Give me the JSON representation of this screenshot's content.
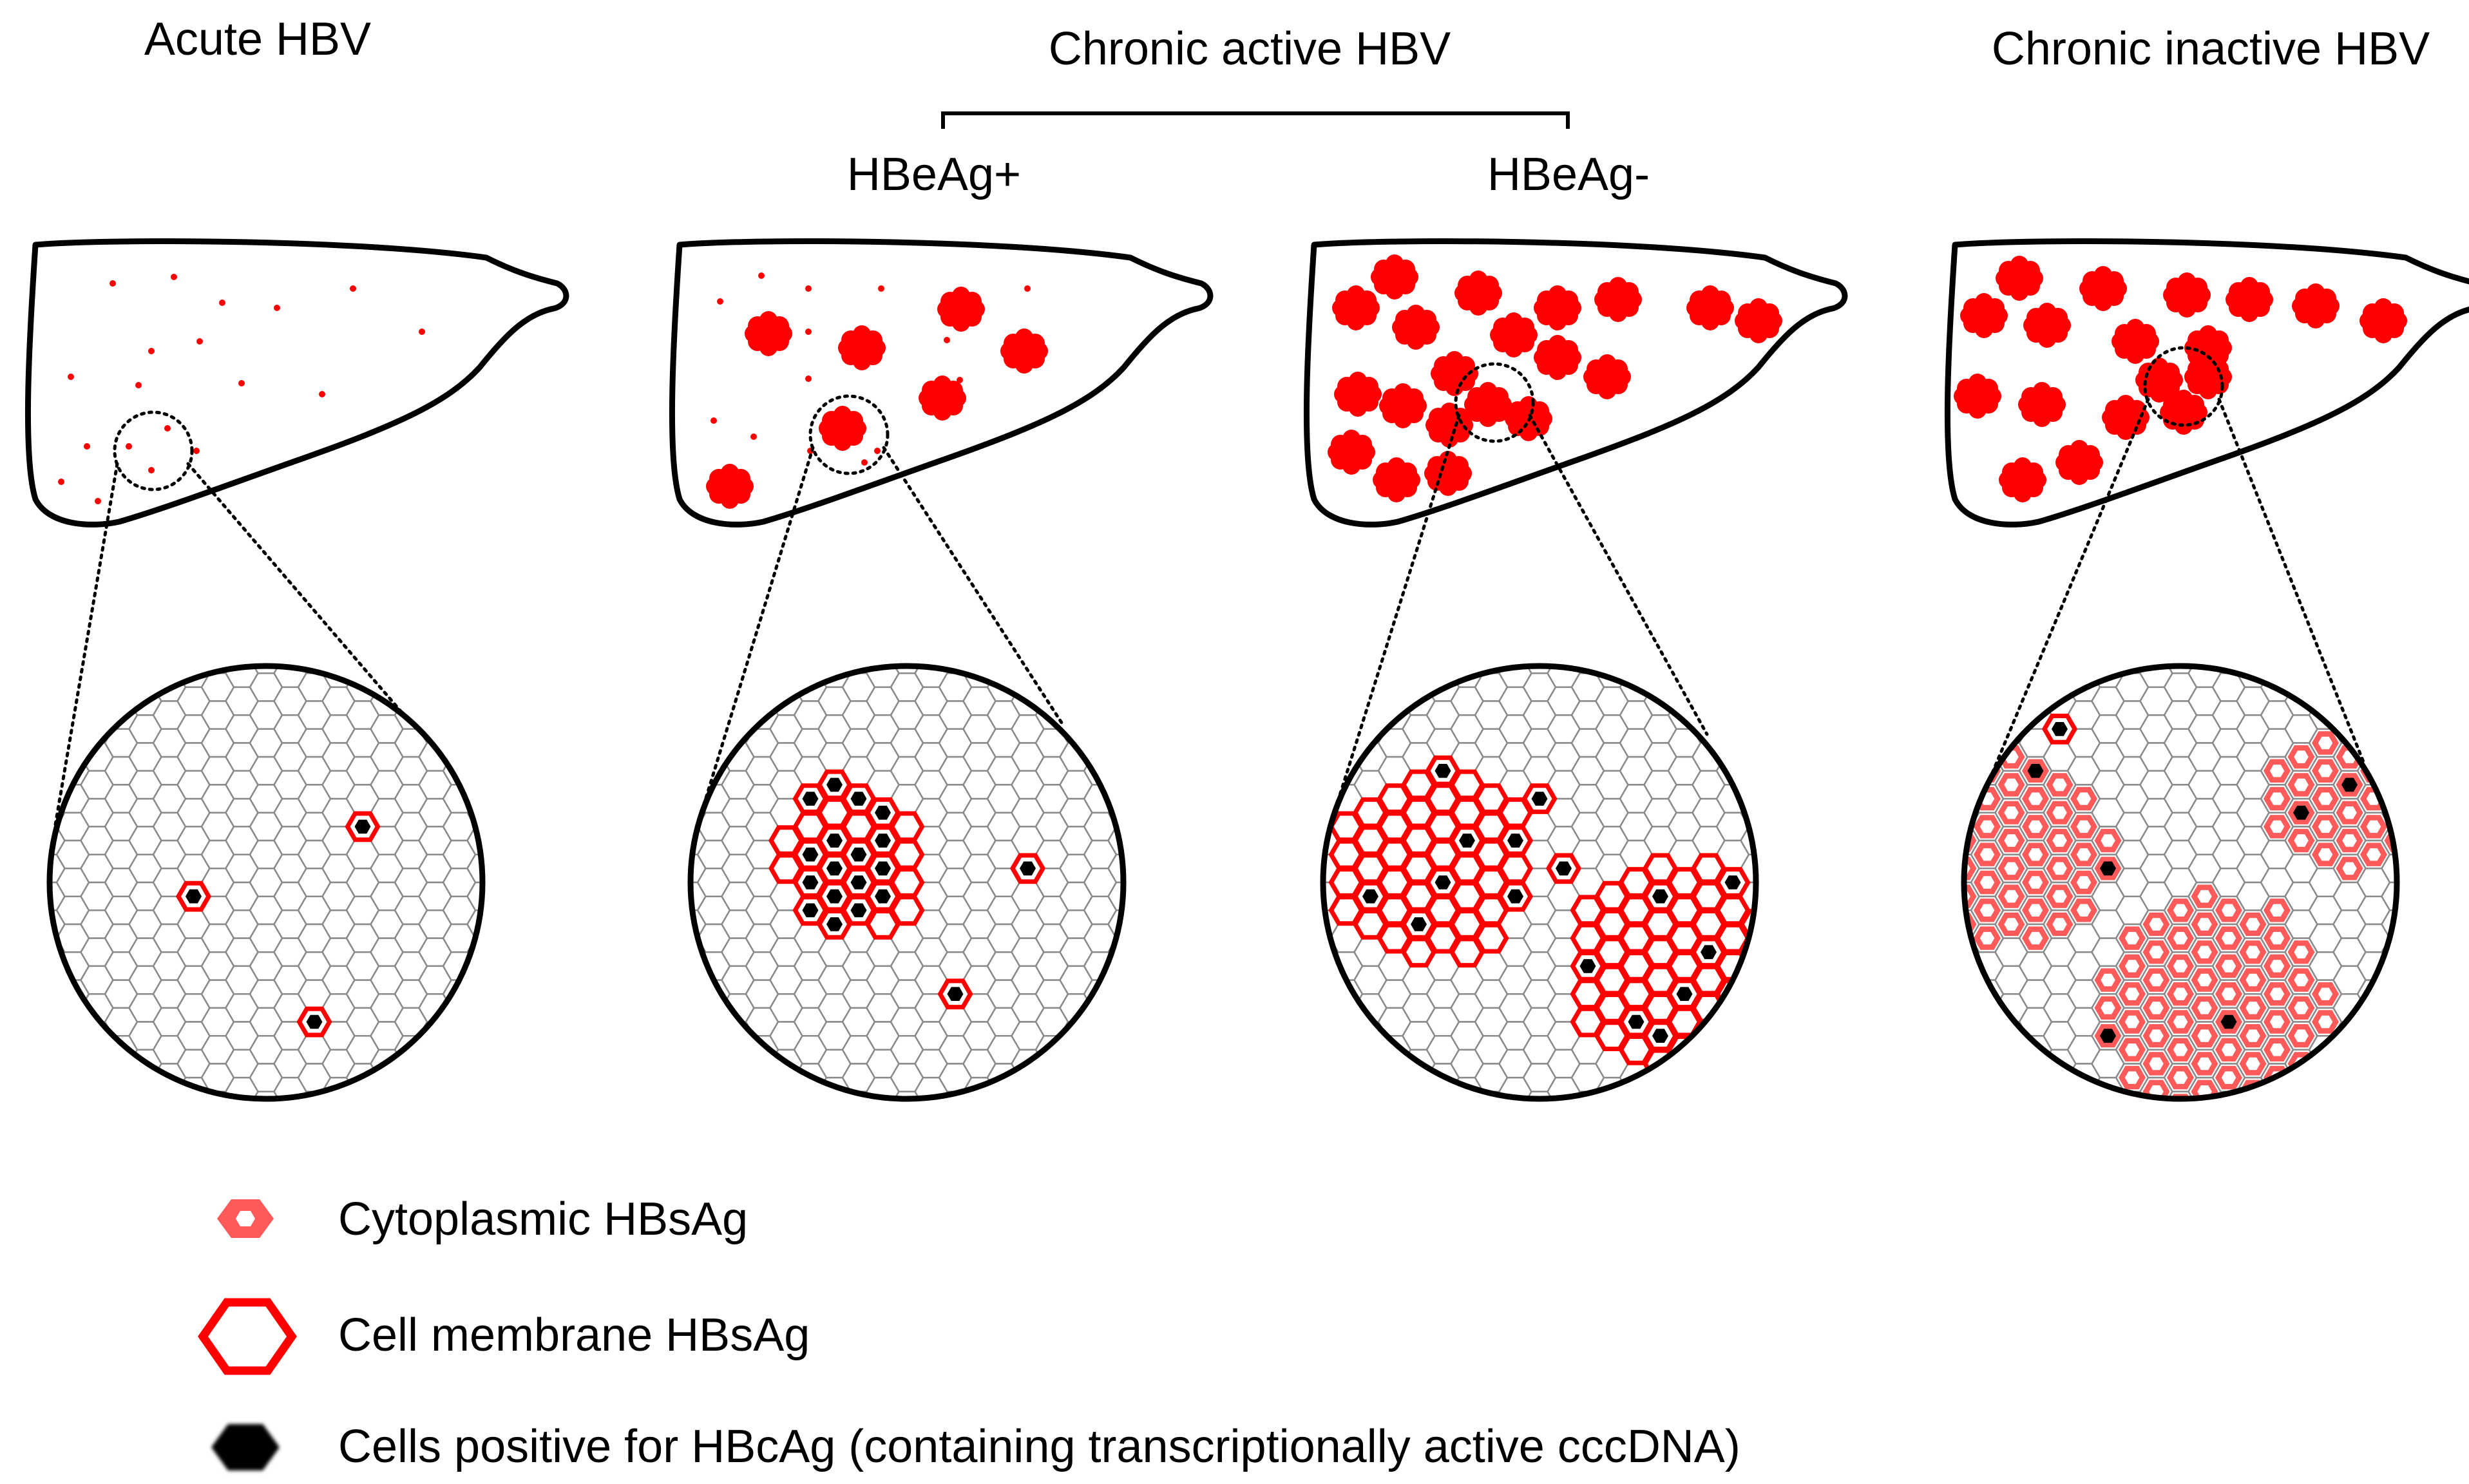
{
  "titles": {
    "acute": "Acute HBV",
    "chronic_active": "Chronic active HBV",
    "hbeag_pos": "HBeAg+",
    "hbeag_neg": "HBeAg-",
    "chronic_inactive": "Chronic inactive HBV"
  },
  "legend": {
    "cytoplasmic": "Cytoplasmic HBsAg",
    "membrane": "Cell membrane HBsAg",
    "core": "Cells positive for HBcAg (containing transcriptionally active cccDNA)"
  },
  "colors": {
    "red": "#ff0000",
    "light_red": "#ff5a5a",
    "black": "#000000",
    "grid": "#8a8a8a"
  }
}
